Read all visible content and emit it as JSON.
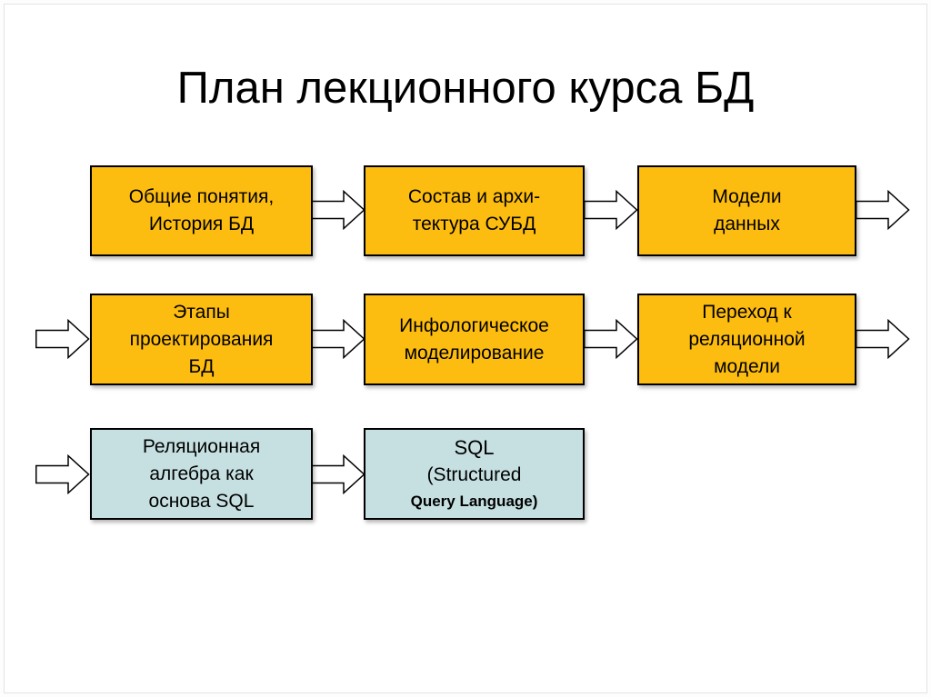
{
  "title": "План лекционного курса БД",
  "colors": {
    "box_orange": "#FDBD10",
    "box_blue": "#C6E0E2",
    "box_border": "#000000",
    "arrow_fill": "#FFFFFF",
    "arrow_stroke": "#000000",
    "title_color": "#000000",
    "slide_background": "#FFFFFF"
  },
  "boxes": [
    {
      "name": "general-concepts",
      "color": "orange",
      "lines": [
        "Общие понятия,",
        "История БД"
      ]
    },
    {
      "name": "dbms-architecture",
      "color": "orange",
      "lines": [
        "Состав и архи-",
        "тектура СУБД"
      ]
    },
    {
      "name": "data-models",
      "color": "orange",
      "lines": [
        "Модели",
        "данных"
      ]
    },
    {
      "name": "design-stages",
      "color": "orange",
      "lines": [
        "Этапы",
        "проектирования",
        "БД"
      ]
    },
    {
      "name": "infological-modeling",
      "color": "orange",
      "lines": [
        "Инфологическое",
        "моделирование"
      ]
    },
    {
      "name": "relational-transition",
      "color": "orange",
      "lines": [
        "Переход к",
        "реляционной",
        "модели"
      ]
    },
    {
      "name": "relational-algebra",
      "color": "blue",
      "lines": [
        "Реляционная",
        "алгебра как",
        "основа SQL"
      ]
    },
    {
      "name": "sql",
      "color": "blue",
      "lines": [
        "SQL",
        "(Structured",
        "Query Language)"
      ]
    }
  ],
  "arrows": {
    "shape": "block-arrow-right",
    "connections": [
      {
        "from": "general-concepts",
        "to": "dbms-architecture"
      },
      {
        "from": "dbms-architecture",
        "to": "data-models"
      },
      {
        "from": "data-models",
        "to": "off-slide-right"
      },
      {
        "from": "off-slide-left",
        "to": "design-stages"
      },
      {
        "from": "design-stages",
        "to": "infological-modeling"
      },
      {
        "from": "infological-modeling",
        "to": "relational-transition"
      },
      {
        "from": "relational-transition",
        "to": "off-slide-right"
      },
      {
        "from": "off-slide-left",
        "to": "relational-algebra"
      },
      {
        "from": "relational-algebra",
        "to": "sql"
      }
    ]
  }
}
